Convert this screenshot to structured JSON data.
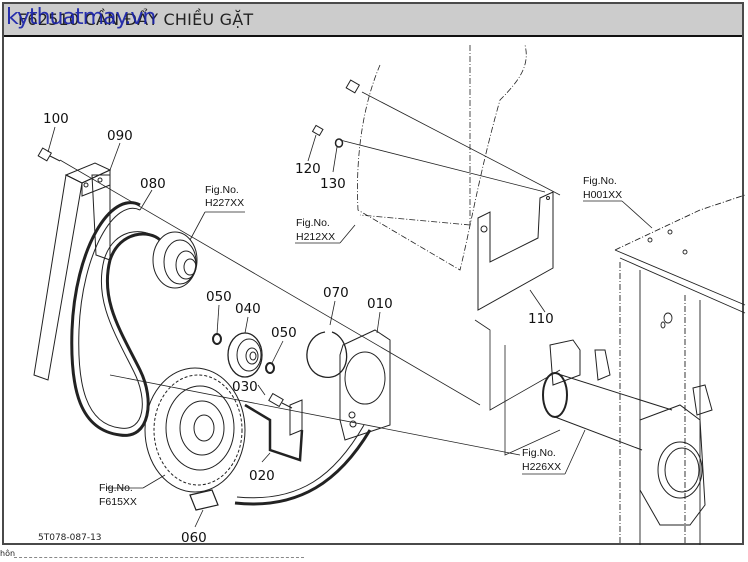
{
  "header": {
    "title": "F62510 CẦN ĐẨY CHIỀU GẶT",
    "watermark": "kythuatmay.vn"
  },
  "diagram": {
    "code": "5T078-087-13",
    "part_labels": [
      {
        "id": "label-100",
        "text": "100"
      },
      {
        "id": "label-090",
        "text": "090"
      },
      {
        "id": "label-080",
        "text": "080"
      },
      {
        "id": "label-050a",
        "text": "050"
      },
      {
        "id": "label-040",
        "text": "040"
      },
      {
        "id": "label-050b",
        "text": "050"
      },
      {
        "id": "label-070",
        "text": "070"
      },
      {
        "id": "label-010",
        "text": "010"
      },
      {
        "id": "label-030",
        "text": "030"
      },
      {
        "id": "label-020",
        "text": "020"
      },
      {
        "id": "label-060",
        "text": "060"
      },
      {
        "id": "label-120",
        "text": "120"
      },
      {
        "id": "label-130",
        "text": "130"
      },
      {
        "id": "label-110",
        "text": "110"
      }
    ],
    "fig_refs": [
      {
        "id": "fig-h227",
        "line1": "Fig.No.",
        "line2": "H227XX"
      },
      {
        "id": "fig-h212",
        "line1": "Fig.No.",
        "line2": "H212XX"
      },
      {
        "id": "fig-h001",
        "line1": "Fig.No.",
        "line2": "H001XX"
      },
      {
        "id": "fig-f615",
        "line1": "Fig.No.",
        "line2": "F615XX"
      },
      {
        "id": "fig-h226",
        "line1": "Fig.No.",
        "line2": "H226XX"
      }
    ]
  },
  "footer": {
    "text": "hôn"
  }
}
